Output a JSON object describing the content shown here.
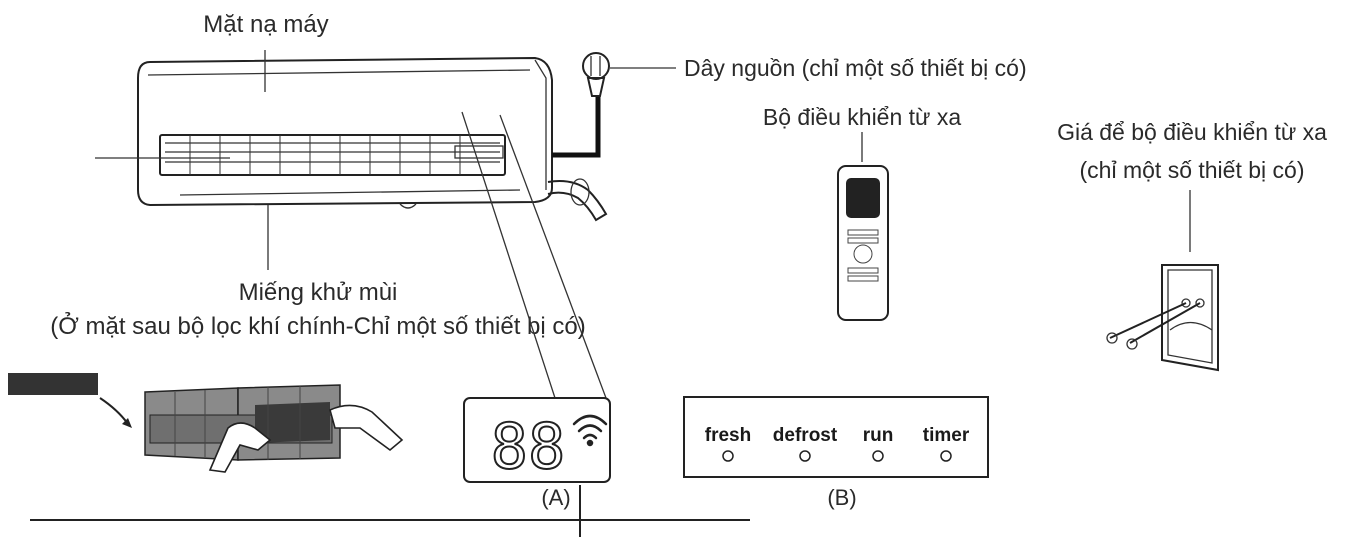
{
  "labels": {
    "front_panel": "Mặt nạ máy",
    "power_cord": "Dây nguồn (chỉ một số thiết bị có)",
    "remote": "Bộ điều khiển từ xa",
    "remote_holder_line1": "Giá để bộ điều khiển từ xa",
    "remote_holder_line2": "(chỉ một số thiết bị có)",
    "deodorizer_line1": "Miếng khử mùi",
    "deodorizer_line2": "(Ở mặt sau bộ lọc khí chính-Chỉ một số thiết bị có)",
    "display_a_caption": "(A)",
    "display_b_caption": "(B)"
  },
  "display_a": {
    "digits": "88",
    "icon": "wifi-icon"
  },
  "display_b": {
    "indicators": [
      "fresh",
      "defrost",
      "run",
      "timer"
    ]
  }
}
